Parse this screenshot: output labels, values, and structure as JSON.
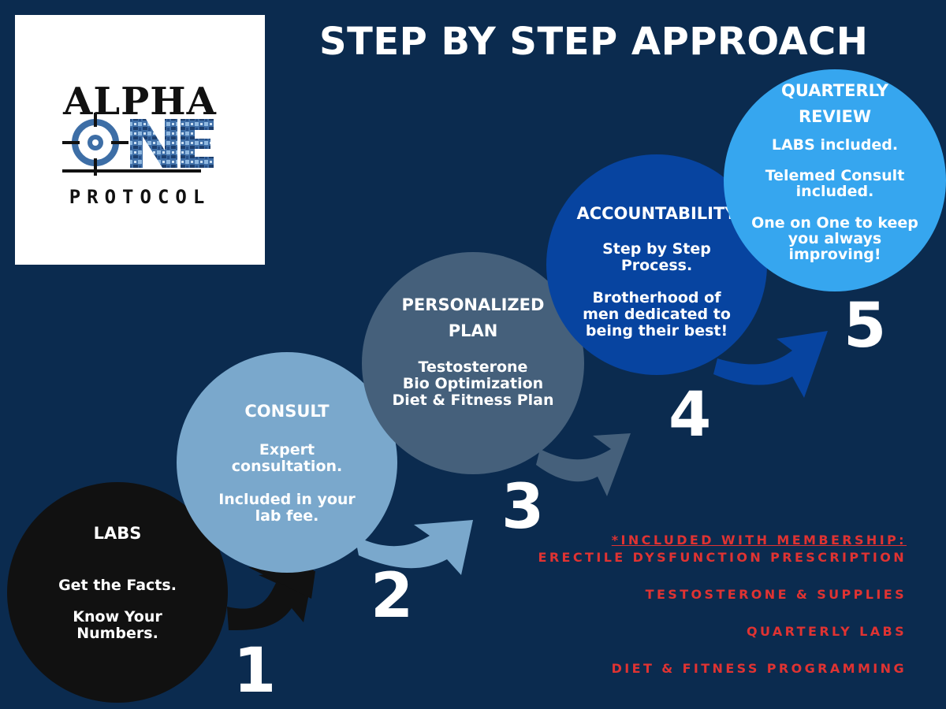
{
  "logo": {
    "line1": "ALPHA",
    "line2": "ONE",
    "line3": "PROTOCOL"
  },
  "title": "STEP BY STEP APPROACH",
  "steps": [
    {
      "number": "1",
      "heading": "LABS",
      "lines": [
        "Get the Facts.",
        "Know Your",
        "Numbers."
      ],
      "color": "#111111"
    },
    {
      "number": "2",
      "heading": "CONSULT",
      "lines": [
        "Expert",
        "consultation.",
        "Included in your",
        "lab fee."
      ],
      "color": "#7aa8cc"
    },
    {
      "number": "3",
      "heading": "PERSONALIZED",
      "heading2": "PLAN",
      "lines": [
        "Testosterone",
        "Bio Optimization",
        "Diet & Fitness Plan"
      ],
      "color": "#45607b"
    },
    {
      "number": "4",
      "heading": "ACCOUNTABILITY",
      "lines": [
        "Step by Step",
        "Process.",
        "Brotherhood of",
        "men dedicated to",
        "being their best!"
      ],
      "color": "#0744a0"
    },
    {
      "number": "5",
      "heading": "QUARTERLY",
      "heading2": "REVIEW",
      "lines": [
        "LABS included.",
        "Telemed Consult",
        "included.",
        "One on One to keep",
        "you always",
        "improving!"
      ],
      "color": "#36a6ef"
    }
  ],
  "membership": {
    "title": "*INCLUDED WITH MEMBERSHIP:",
    "items": [
      "ERECTILE  DYSFUNCTION PRESCRIPTION",
      "TESTOSTERONE & SUPPLIES",
      "QUARTERLY LABS",
      "DIET & FITNESS PROGRAMMING"
    ],
    "color": "#e03332"
  }
}
